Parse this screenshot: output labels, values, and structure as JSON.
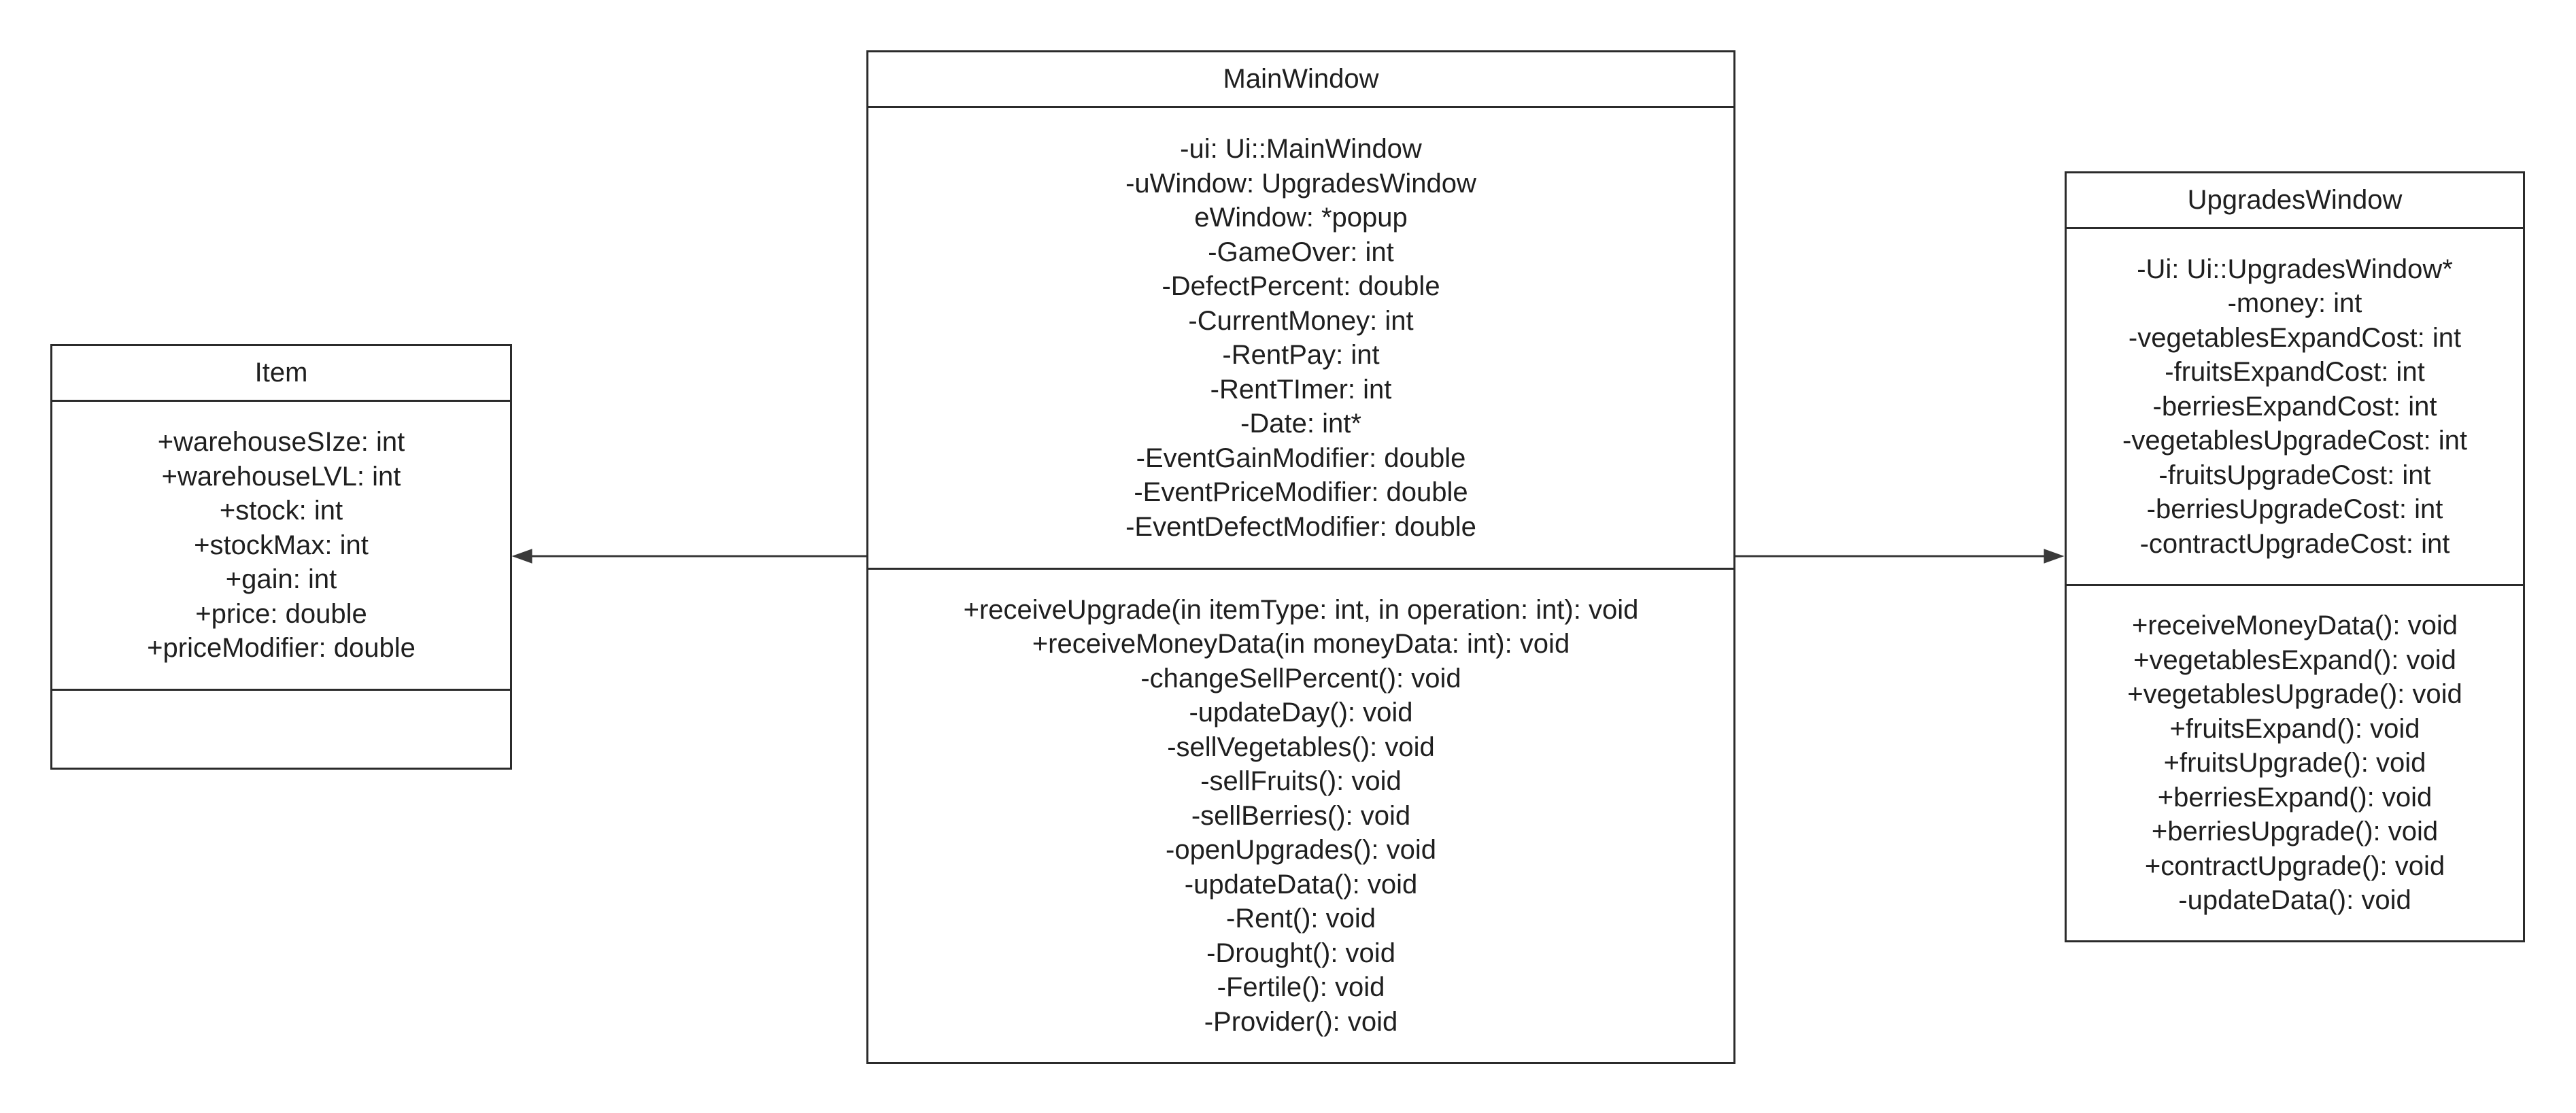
{
  "classes": {
    "item": {
      "name": "Item",
      "attributes": [
        "+warehouseSIze: int",
        "+warehouseLVL: int",
        "+stock: int",
        "+stockMax: int",
        "+gain: int",
        "+price: double",
        "+priceModifier: double"
      ],
      "operations": []
    },
    "main": {
      "name": "MainWindow",
      "attributes": [
        "-ui: Ui::MainWindow",
        "-uWindow: UpgradesWindow",
        "eWindow: *popup",
        "-GameOver: int",
        "-DefectPercent: double",
        "-CurrentMoney: int",
        "-RentPay: int",
        "-RentTImer: int",
        "-Date: int*",
        "-EventGainModifier: double",
        "-EventPriceModifier: double",
        "-EventDefectModifier: double"
      ],
      "operations": [
        "+receiveUpgrade(in itemType: int, in operation: int): void",
        "+receiveMoneyData(in moneyData: int): void",
        "-changeSellPercent(): void",
        "-updateDay(): void",
        "-sellVegetables(): void",
        "-sellFruits(): void",
        "-sellBerries(): void",
        "-openUpgrades(): void",
        "-updateData(): void",
        "-Rent(): void",
        "-Drought(): void",
        "-Fertile(): void",
        "-Provider(): void"
      ]
    },
    "upgrades": {
      "name": "UpgradesWindow",
      "attributes": [
        "-Ui: Ui::UpgradesWindow*",
        "-money: int",
        "-vegetablesExpandCost: int",
        "-fruitsExpandCost: int",
        "-berriesExpandCost: int",
        "-vegetablesUpgradeCost: int",
        "-fruitsUpgradeCost: int",
        "-berriesUpgradeCost: int",
        "-contractUpgradeCost: int"
      ],
      "operations": [
        "+receiveMoneyData(): void",
        "+vegetablesExpand(): void",
        "+vegetablesUpgrade(): void",
        "+fruitsExpand(): void",
        "+fruitsUpgrade(): void",
        "+berriesExpand(): void",
        "+berriesUpgrade(): void",
        "+contractUpgrade(): void",
        "-updateData(): void"
      ]
    }
  },
  "associations": [
    {
      "from": "main",
      "to": "item",
      "arrow": "open-triangle"
    },
    {
      "from": "main",
      "to": "upgrades",
      "arrow": "open-triangle"
    }
  ]
}
